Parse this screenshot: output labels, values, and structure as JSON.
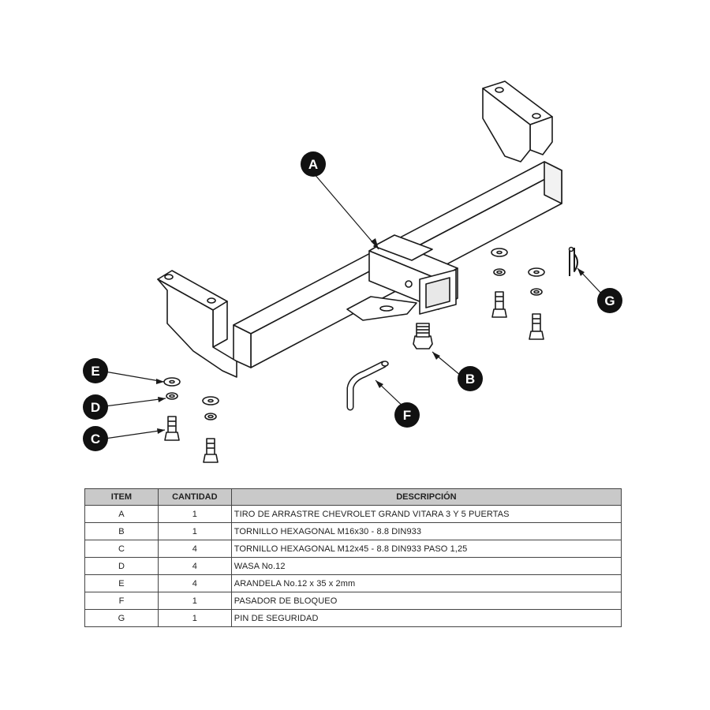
{
  "callouts": {
    "A": "A",
    "B": "B",
    "C": "C",
    "D": "D",
    "E": "E",
    "F": "F",
    "G": "G"
  },
  "table": {
    "headers": {
      "item": "ITEM",
      "qty": "CANTIDAD",
      "desc": "DESCRIPCIÓN"
    },
    "rows": [
      {
        "item": "A",
        "qty": "1",
        "desc": "TIRO DE ARRASTRE CHEVROLET GRAND VITARA 3 Y 5 PUERTAS"
      },
      {
        "item": "B",
        "qty": "1",
        "desc": "TORNILLO  HEXAGONAL M16x30 - 8.8 DIN933"
      },
      {
        "item": "C",
        "qty": "4",
        "desc": "TORNILLO  HEXAGONAL M12x45 - 8.8 DIN933 PASO 1,25"
      },
      {
        "item": "D",
        "qty": "4",
        "desc": "WASA No.12"
      },
      {
        "item": "E",
        "qty": "4",
        "desc": "ARANDELA No.12 x 35 x 2mm"
      },
      {
        "item": "F",
        "qty": "1",
        "desc": "PASADOR DE BLOQUEO"
      },
      {
        "item": "G",
        "qty": "1",
        "desc": "PIN DE SEGURIDAD"
      }
    ]
  },
  "colors": {
    "line": "#1a1a1a",
    "callout_fill": "#111111",
    "header_bg": "#c9c9c9"
  }
}
